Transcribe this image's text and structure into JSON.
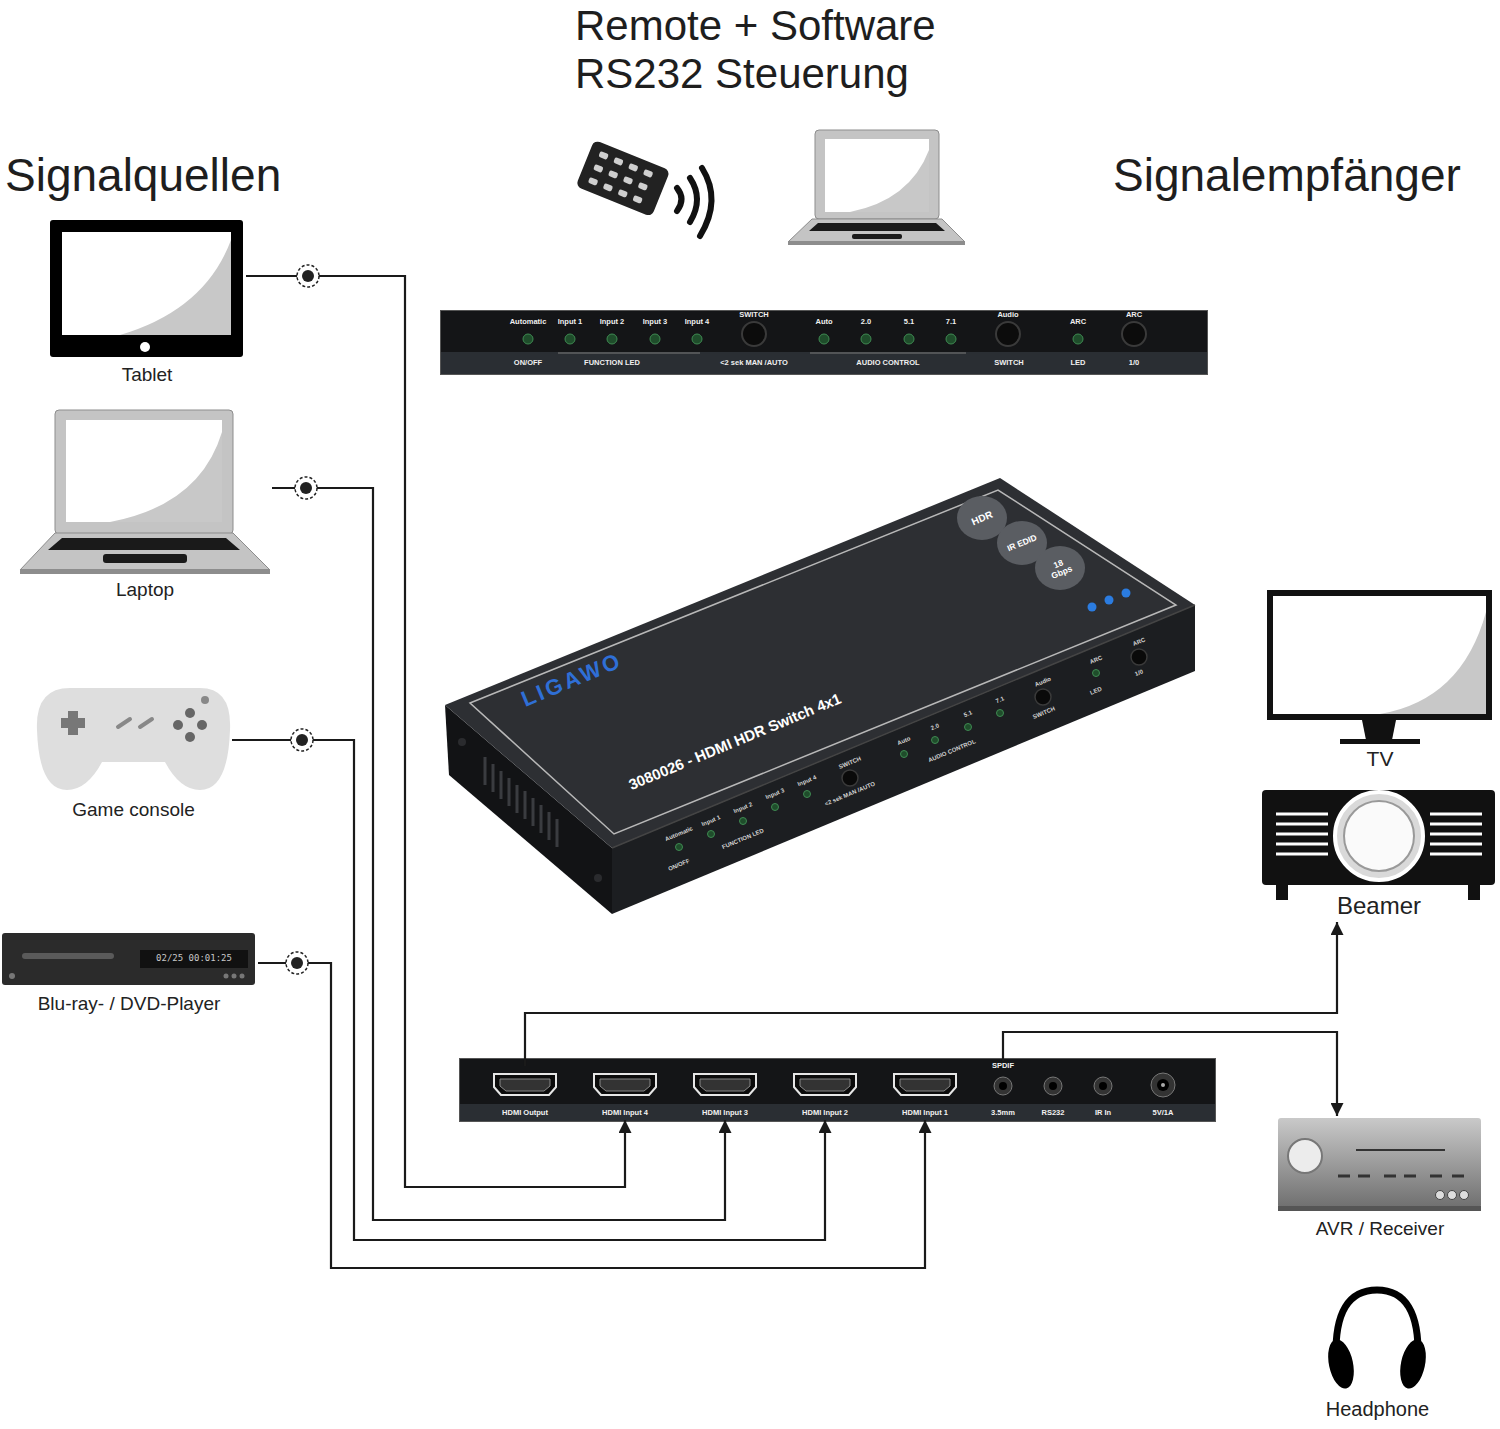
{
  "diagram": {
    "nodes": [
      {
        "text": [
          "Tablet"
        ]
      },
      {
        "text": [
          "Laptop"
        ]
      },
      {
        "text": [
          "Game console"
        ]
      },
      {
        "text": [
          "Blu-ray- / DVD-Player"
        ]
      },
      {
        "text": [
          "TV"
        ]
      },
      {
        "text": [
          "Beamer"
        ]
      },
      {
        "text": [
          "HDMI Output"
        ]
      },
      {
        "text": [
          "HDMI Input 4"
        ]
      },
      {
        "text": [
          "HDMI Input 3"
        ]
      },
      {
        "text": [
          "HDMI Input 2"
        ]
      },
      {
        "text": [
          "HDMI Input 1"
        ]
      },
      {
        "text": [
          "SPDIF",
          "3.5mm"
        ]
      },
      {
        "text": [
          "RS232"
        ]
      },
      {
        "text": [
          "IR In"
        ]
      },
      {
        "text": [
          "5V/1A"
        ]
      },
      {
        "text": [
          "AVR / Receiver"
        ]
      },
      {
        "text": [
          "Headphone"
        ]
      }
    ],
    "edges": [
      {
        "from": 0,
        "to": 7,
        "arrow": "to"
      },
      {
        "from": 1,
        "to": 8,
        "arrow": "to"
      },
      {
        "from": 2,
        "to": 9,
        "arrow": "to"
      },
      {
        "from": 3,
        "to": 10,
        "arrow": "to"
      },
      {
        "from": 6,
        "to": 5,
        "arrow": "to"
      },
      {
        "from": 11,
        "to": 15,
        "arrow": "to"
      }
    ],
    "labels": [
      "Signalquellen",
      "Remote + Software RS232 Steuerung",
      "Signalempfänger",
      "Automatic",
      "Input 1",
      "Input 2",
      "Input 3",
      "Input 4",
      "SWITCH",
      "Auto",
      "2.0",
      "5.1",
      "7.1",
      "Audio",
      "ARC",
      "ARC",
      "ON/OFF",
      "FUNCTION LED",
      "<2 sek MAN /AUTO",
      "AUDIO CONTROL",
      "SWITCH",
      "LED",
      "1/0",
      "LIGAWO",
      "3080026 - HDMI HDR Switch 4x1",
      "HDR",
      "IR EDID",
      "18 Gbps",
      "Automatic",
      "Input 1",
      "Input 2",
      "Input 3",
      "Input 4",
      "SWITCH",
      "Auto",
      "2.0",
      "5.1",
      "7.1",
      "Audio",
      "ARC",
      "ARC",
      "ON/OFF",
      "FUNCTION LED",
      "<2 sek MAN /AUTO",
      "AUDIO CONTROL",
      "SWITCH",
      "LED",
      "1/0",
      "02/25 00:01:25"
    ]
  }
}
